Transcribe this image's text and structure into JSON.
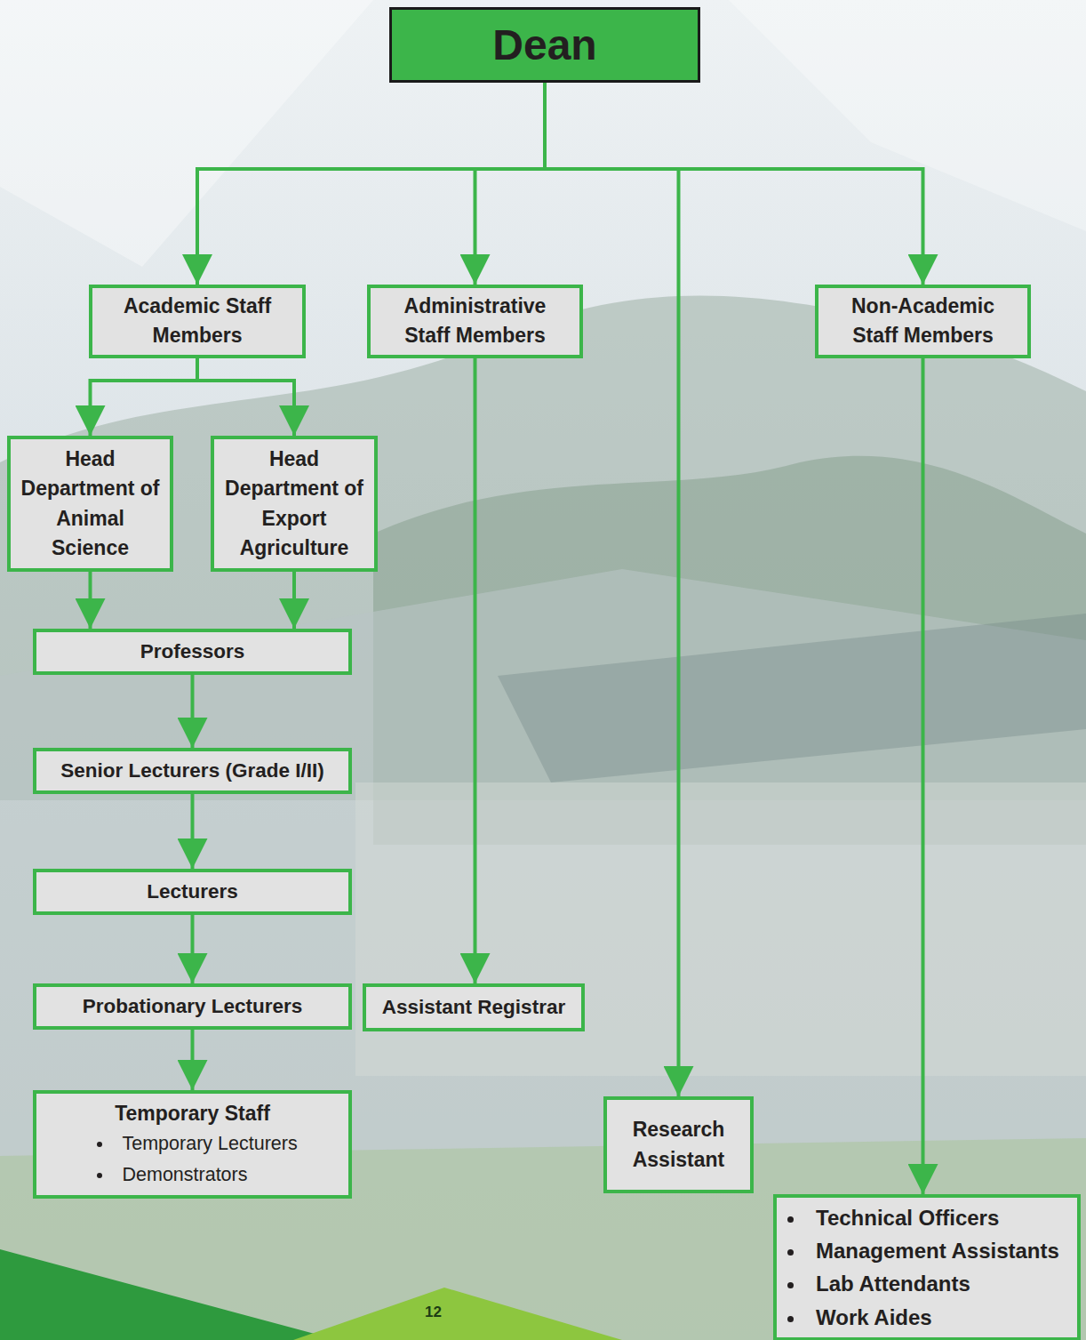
{
  "diagram": {
    "nodes": [
      {
        "text": [
          "Dean"
        ]
      },
      {
        "text": [
          "Academic Staff Members"
        ]
      },
      {
        "text": [
          "Administrative Staff Members"
        ]
      },
      {
        "text": [
          "Non-Academic Staff Members"
        ]
      },
      {
        "text": [
          "Head Department of Animal Science"
        ]
      },
      {
        "text": [
          "Head Department of Export Agriculture"
        ]
      },
      {
        "text": [
          "Professors"
        ]
      },
      {
        "text": [
          "Senior Lecturers (Grade I/II)"
        ]
      },
      {
        "text": [
          "Lecturers"
        ]
      },
      {
        "text": [
          "Probationary Lecturers"
        ]
      },
      {
        "text": [
          "Assistant Registrar"
        ]
      },
      {
        "text": [
          "Temporary Staff",
          "Temporary Lecturers",
          "Demonstrators"
        ]
      },
      {
        "text": [
          "Research Assistant"
        ]
      },
      {
        "text": [
          "Technical Officers",
          "Management Assistants",
          "Lab Attendants",
          "Work Aides"
        ]
      }
    ],
    "edges": [
      {
        "from": 0,
        "to": 1,
        "arrow": "to"
      },
      {
        "from": 0,
        "to": 2,
        "arrow": "to"
      },
      {
        "from": 0,
        "to": 12,
        "arrow": "to"
      },
      {
        "from": 0,
        "to": 3,
        "arrow": "to"
      },
      {
        "from": 1,
        "to": 4,
        "arrow": "to"
      },
      {
        "from": 1,
        "to": 5,
        "arrow": "to"
      },
      {
        "from": 4,
        "to": 6,
        "arrow": "to"
      },
      {
        "from": 5,
        "to": 6,
        "arrow": "to"
      },
      {
        "from": 6,
        "to": 7,
        "arrow": "to"
      },
      {
        "from": 7,
        "to": 8,
        "arrow": "to"
      },
      {
        "from": 8,
        "to": 9,
        "arrow": "to"
      },
      {
        "from": 9,
        "to": 11,
        "arrow": "to"
      },
      {
        "from": 2,
        "to": 10,
        "arrow": "to"
      },
      {
        "from": 3,
        "to": 13,
        "arrow": "to"
      }
    ],
    "labels": [
      "12"
    ]
  }
}
